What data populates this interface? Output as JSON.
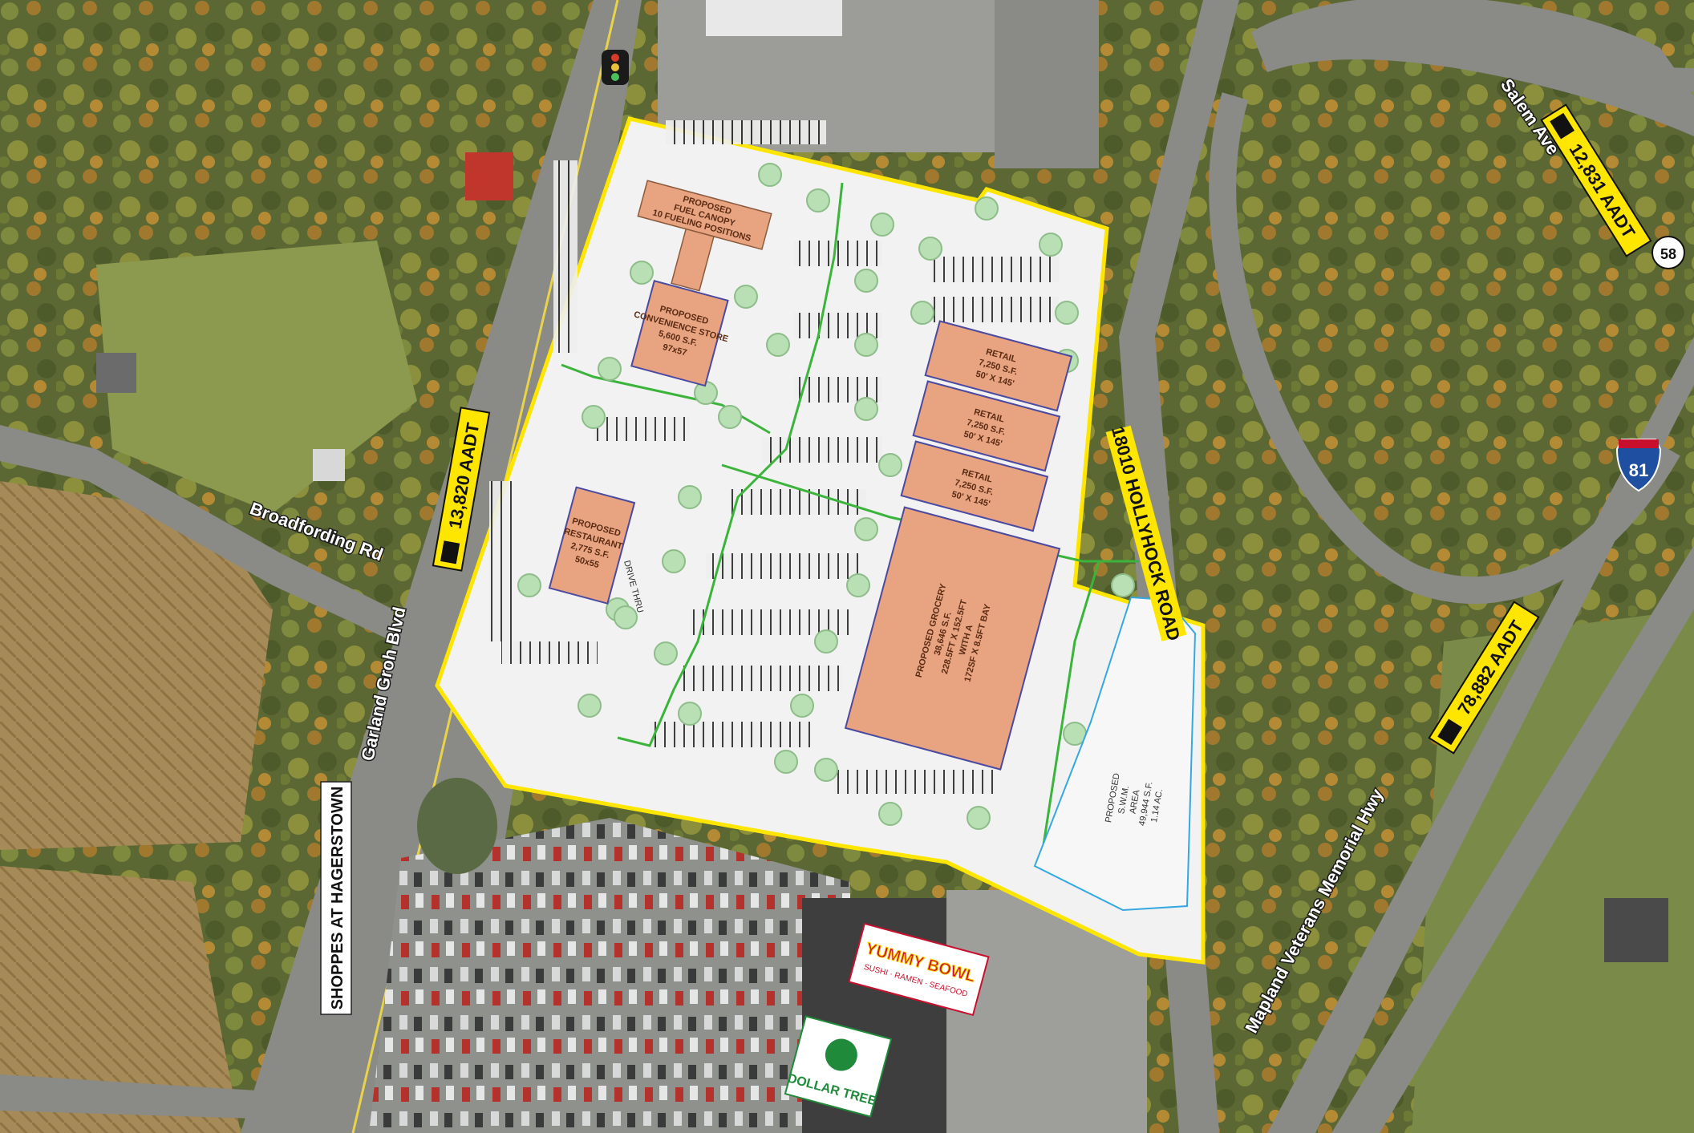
{
  "roads": {
    "garland_groh": "Garland Groh Blvd",
    "broadfording": "Broadfording Rd",
    "salem": "Salem Ave",
    "veterans": "Mapland Veterans Memorial Hwy",
    "hollyhock": "18010 HOLLYHOCK ROAD",
    "shoppes": "SHOPPES AT HAGERSTOWN"
  },
  "traffic_counts": {
    "garland": "13,820 AADT",
    "salem": "12,831 AADT",
    "interstate": "78,882 AADT"
  },
  "shields": {
    "interstate": "81",
    "state_route": "58"
  },
  "buildings": {
    "fuel": [
      "PROPOSED",
      "FUEL CANOPY",
      "10 FUELING POSITIONS"
    ],
    "convenience": [
      "PROPOSED",
      "CONVENIENCE STORE",
      "5,600 S.F.",
      "97x57"
    ],
    "restaurant": [
      "PROPOSED",
      "RESTAURANT",
      "2,775 S.F.",
      "50x55"
    ],
    "drive_thru": "DRIVE THRU",
    "retail": [
      [
        "RETAIL",
        "7,250 S.F.",
        "50' X 145'"
      ],
      [
        "RETAIL",
        "7,250 S.F.",
        "50' X 145'"
      ],
      [
        "RETAIL",
        "7,250 S.F.",
        "50' X 145'"
      ]
    ],
    "grocery": [
      "PROPOSED GROCERY",
      "38,646 S.F.",
      "228.5FT X 152.5FT",
      "WITH A",
      "172SF X 8.5FT BAY"
    ],
    "swm": [
      "PROPOSED",
      "S.W.M.",
      "AREA",
      "49,944 S.F.",
      "1.14 AC."
    ]
  },
  "stores": {
    "yummy_bowl": "YUMMY BOWL",
    "yummy_bowl_sub": "SUSHI · RAMEN · SEAFOOD",
    "dollar_tree": "DOLLAR TREE"
  },
  "colors": {
    "site_boundary": "#ffe600",
    "building": "#e8a380",
    "grass": "#7f8f4a",
    "forest": "#5e6a34",
    "pavement": "#9a9a94",
    "walkway": "#3cb43c",
    "swm_outline": "#35a8e0"
  }
}
